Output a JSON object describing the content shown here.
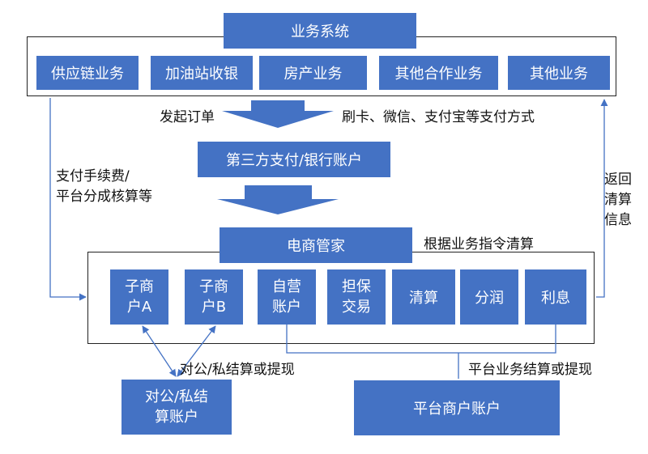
{
  "colors": {
    "box": "#4472C4",
    "line": "#4472C4",
    "frame": "#222222",
    "text": "#111111"
  },
  "top": {
    "title": "业务系统",
    "items": [
      "供应链业务",
      "加油站收银",
      "房产业务",
      "其他合作业务",
      "其他业务"
    ]
  },
  "labels": {
    "place_order": "发起订单",
    "pay_methods": "刷卡、微信、支付宝等支付方式",
    "fees": "支付手续费/\n平台分成核算等",
    "return_info": "返回\n清算\n信息",
    "clear_by_cmd": "根据业务指令清算",
    "pub_priv_settle": "对公/私结算或提现",
    "platform_settle": "平台业务结算或提现"
  },
  "third_party": "第三方支付/银行账户",
  "ecom": {
    "title": "电商管家",
    "modules": [
      "子商\n户A",
      "子商\n户B",
      "自营\n账户",
      "担保\n交易",
      "清算",
      "分润",
      "利息"
    ]
  },
  "bottom": {
    "settle_account": "对公/私结\n算账户",
    "platform_account": "平台商户账户"
  }
}
